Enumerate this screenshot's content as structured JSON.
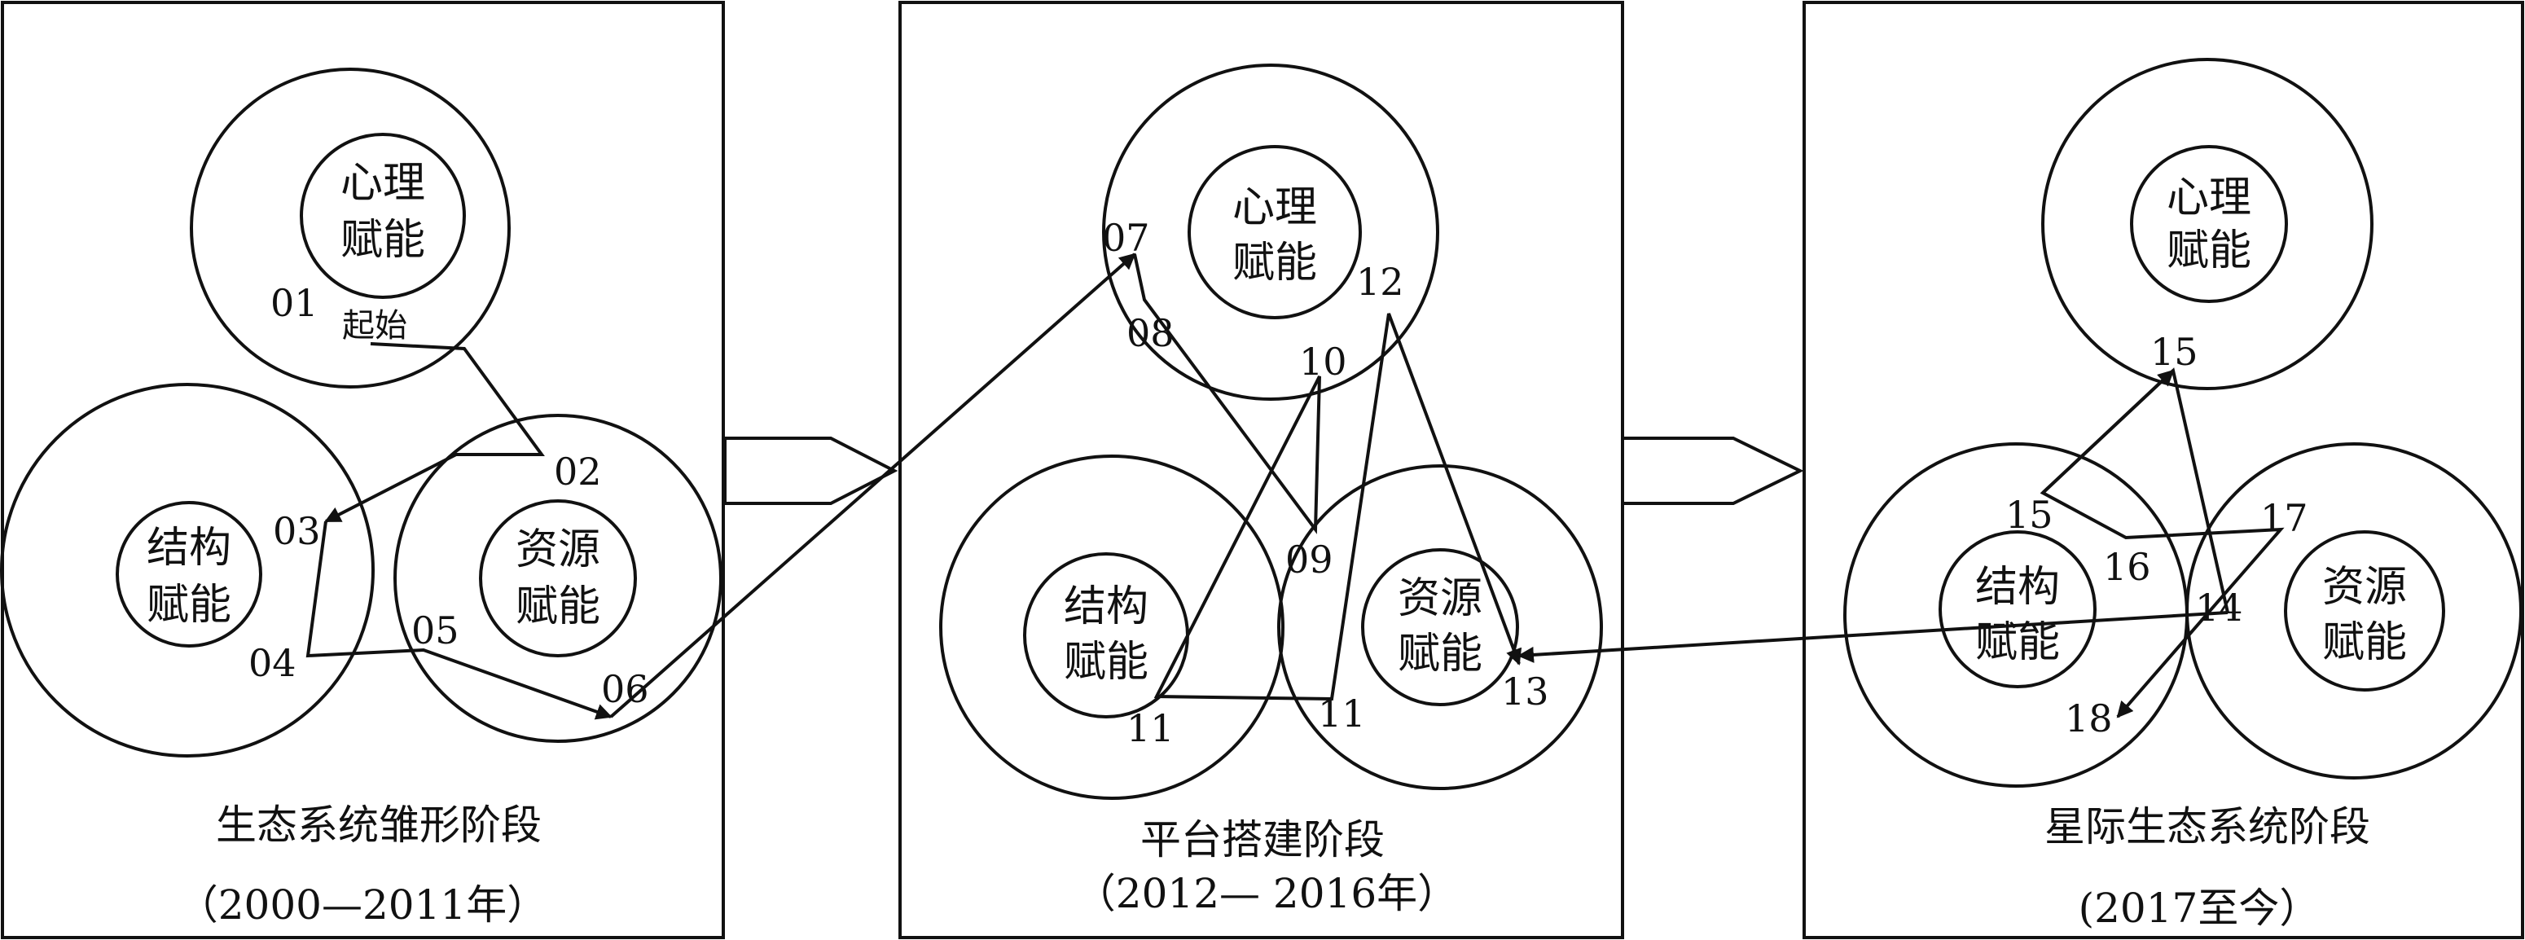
{
  "panels": [
    {
      "stage": "生态系统雏形阶段",
      "period": "（2000—2011年）",
      "circles": {
        "psych": [
          "心理",
          "赋能"
        ],
        "struct": [
          "结构",
          "赋能"
        ],
        "resource": [
          "资源",
          "赋能"
        ]
      },
      "labels": {
        "p01": "01",
        "start": "起始",
        "p02": "02",
        "p03": "03",
        "p04": "04",
        "p05": "05",
        "p06": "06"
      }
    },
    {
      "stage": "平台搭建阶段",
      "period": "（2012— 2016年）",
      "circles": {
        "psych": [
          "心理",
          "赋能"
        ],
        "struct": [
          "结构",
          "赋能"
        ],
        "resource": [
          "资源",
          "赋能"
        ]
      },
      "labels": {
        "p07": "07",
        "p08": "08",
        "p09": "09",
        "p10": "10",
        "p11a": "11",
        "p11b": "11",
        "p12": "12",
        "p13": "13"
      }
    },
    {
      "stage": "星际生态系统阶段",
      "period": "(2017至今）",
      "circles": {
        "psych": [
          "心理",
          "赋能"
        ],
        "struct": [
          "结构",
          "赋能"
        ],
        "resource": [
          "资源",
          "赋能"
        ]
      },
      "labels": {
        "p14": "14",
        "p15a": "15",
        "p15b": "15",
        "p16": "16",
        "p17": "17",
        "p18": "18"
      }
    }
  ]
}
